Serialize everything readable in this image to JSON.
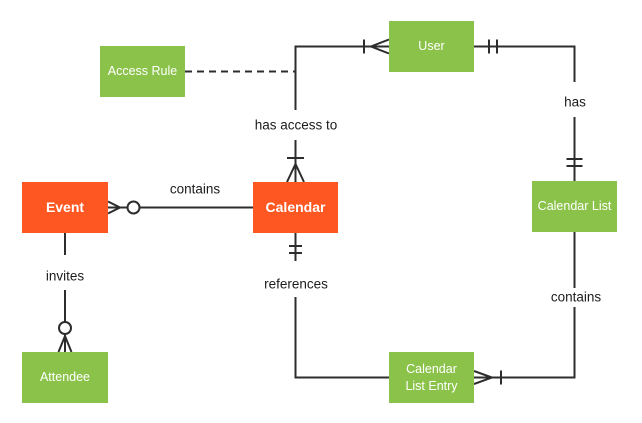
{
  "diagram_type": "entity-relationship",
  "colors": {
    "entity_orange": "#FF5722",
    "entity_green": "#8BC34A",
    "entity_text": "#FFFFFF",
    "line": "#2D2D2D",
    "label_text": "#1C1C1C",
    "background": "#FFFFFF"
  },
  "entities": [
    {
      "id": "event",
      "label": "Event",
      "color": "orange"
    },
    {
      "id": "calendar",
      "label": "Calendar",
      "color": "orange"
    },
    {
      "id": "access-rule",
      "label": "Access Rule",
      "color": "green"
    },
    {
      "id": "user",
      "label": "User",
      "color": "green"
    },
    {
      "id": "calendar-list",
      "label": "Calendar List",
      "color": "green"
    },
    {
      "id": "attendee",
      "label": "Attendee",
      "color": "green"
    },
    {
      "id": "calendar-list-entry",
      "label": "Calendar List Entry",
      "color": "green"
    }
  ],
  "relationships": [
    {
      "label": "contains",
      "from": "Event",
      "to": "Calendar",
      "from_notation": "zero-or-many",
      "to_notation": "none",
      "style": "solid"
    },
    {
      "label": "invites",
      "from": "Event",
      "to": "Attendee",
      "from_notation": "none",
      "to_notation": "zero-or-many",
      "style": "solid"
    },
    {
      "label": "has access to",
      "from": "Calendar",
      "to": "User",
      "from_notation": "one-or-many",
      "to_notation": "one-or-many",
      "style": "solid"
    },
    {
      "label": "",
      "from": "Access Rule",
      "to": "Calendar–User relationship line",
      "from_notation": "none",
      "to_notation": "none",
      "style": "dashed"
    },
    {
      "label": "has",
      "from": "User",
      "to": "Calendar List",
      "from_notation": "exactly-one",
      "to_notation": "exactly-one",
      "style": "solid"
    },
    {
      "label": "contains",
      "from": "Calendar List",
      "to": "Calendar List Entry",
      "from_notation": "none",
      "to_notation": "one-or-many",
      "style": "solid"
    },
    {
      "label": "references",
      "from": "Calendar",
      "to": "Calendar List Entry",
      "from_notation": "exactly-one",
      "to_notation": "none",
      "style": "solid"
    }
  ]
}
